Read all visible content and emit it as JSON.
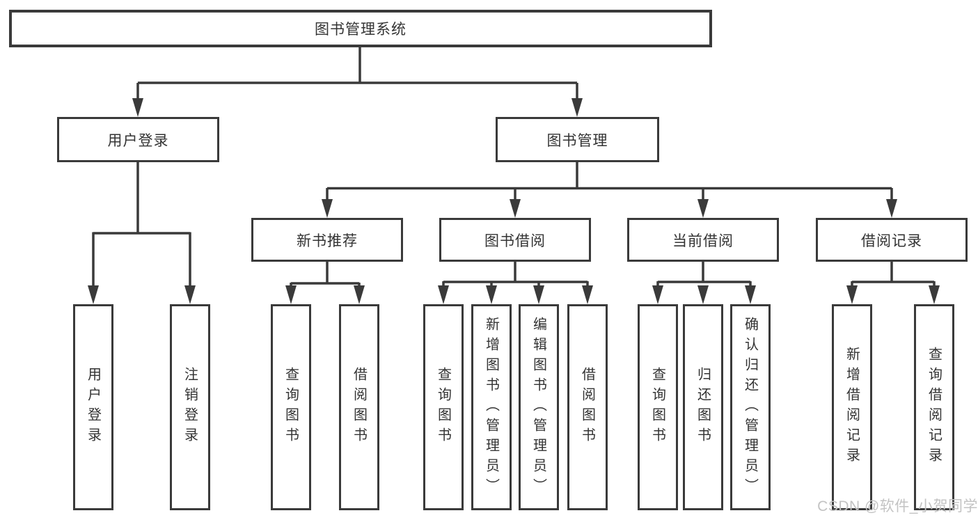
{
  "tree": {
    "root": {
      "label": "图书管理系统"
    },
    "branches": [
      {
        "label": "用户登录",
        "children": [
          {
            "label": "用户登录"
          },
          {
            "label": "注销登录"
          }
        ]
      },
      {
        "label": "图书管理",
        "children": [
          {
            "label": "新书推荐",
            "children": [
              {
                "label": "查询图书"
              },
              {
                "label": "借阅图书"
              }
            ]
          },
          {
            "label": "图书借阅",
            "children": [
              {
                "label": "查询图书"
              },
              {
                "label": "新增图书（管理员）"
              },
              {
                "label": "编辑图书（管理员）"
              },
              {
                "label": "借阅图书"
              }
            ]
          },
          {
            "label": "当前借阅",
            "children": [
              {
                "label": "查询图书"
              },
              {
                "label": "归还图书"
              },
              {
                "label": "确认归还（管理员）"
              }
            ]
          },
          {
            "label": "借阅记录",
            "children": [
              {
                "label": "新增借阅记录"
              },
              {
                "label": "查询借阅记录"
              }
            ]
          }
        ]
      }
    ]
  },
  "watermark": "CSDN @软件_小贺同学",
  "colors": {
    "line": "#3a3a3a",
    "box_border": "#3a3a3a",
    "box_background": "#ffffff",
    "text": "#333333",
    "watermark": "#c3c3c3"
  }
}
